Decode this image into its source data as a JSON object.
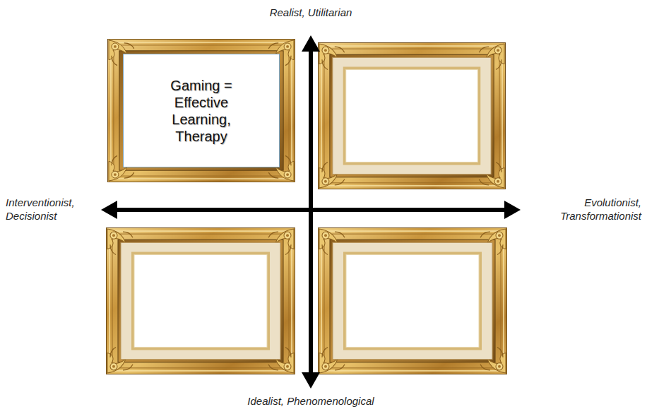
{
  "diagram": {
    "nodes": [
      {
        "text": [
          "Gaming = Effective Learning, Therapy"
        ]
      }
    ],
    "labels": [
      "Realist, Utilitarian",
      "Interventionist, Decisionist",
      "Evolutionist, Transformationist",
      "Idealist, Phenomenological"
    ]
  }
}
